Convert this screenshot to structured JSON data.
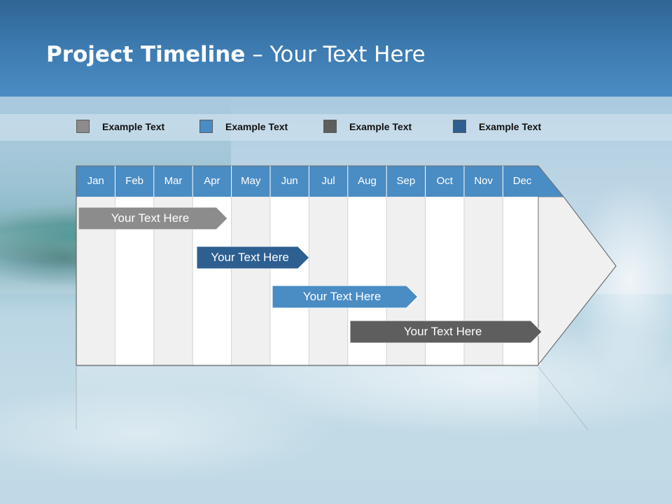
{
  "title": {
    "bold": "Project Timeline",
    "rest": " – Your Text Here"
  },
  "legend": [
    {
      "label": "Example Text",
      "color": "#8c8c8c"
    },
    {
      "label": "Example Text",
      "color": "#4a8cc4"
    },
    {
      "label": "Example Text",
      "color": "#5e5e5e"
    },
    {
      "label": "Example Text",
      "color": "#2d5f91"
    }
  ],
  "months": [
    "Jan",
    "Feb",
    "Mar",
    "Apr",
    "May",
    "Jun",
    "Jul",
    "Aug",
    "Sep",
    "Oct",
    "Nov",
    "Dec"
  ],
  "tasks": [
    {
      "label": "Your  Text Here",
      "color": "#8c8c8c",
      "start_month": "Jan",
      "end_month": "Apr"
    },
    {
      "label": "Your  Text Here",
      "color": "#2d5f91",
      "start_month": "Apr",
      "end_month": "Jun"
    },
    {
      "label": "Your  Text Here",
      "color": "#4a8cc4",
      "start_month": "Jun",
      "end_month": "Sep"
    },
    {
      "label": "Your  Text Here",
      "color": "#5e5e5e",
      "start_month": "Aug",
      "end_month": "Dec"
    }
  ],
  "colors": {
    "header": "#3d7bb0",
    "month_bar": "#4a8cc4",
    "grid_light": "#f0f0f0",
    "grid_white": "#ffffff"
  }
}
